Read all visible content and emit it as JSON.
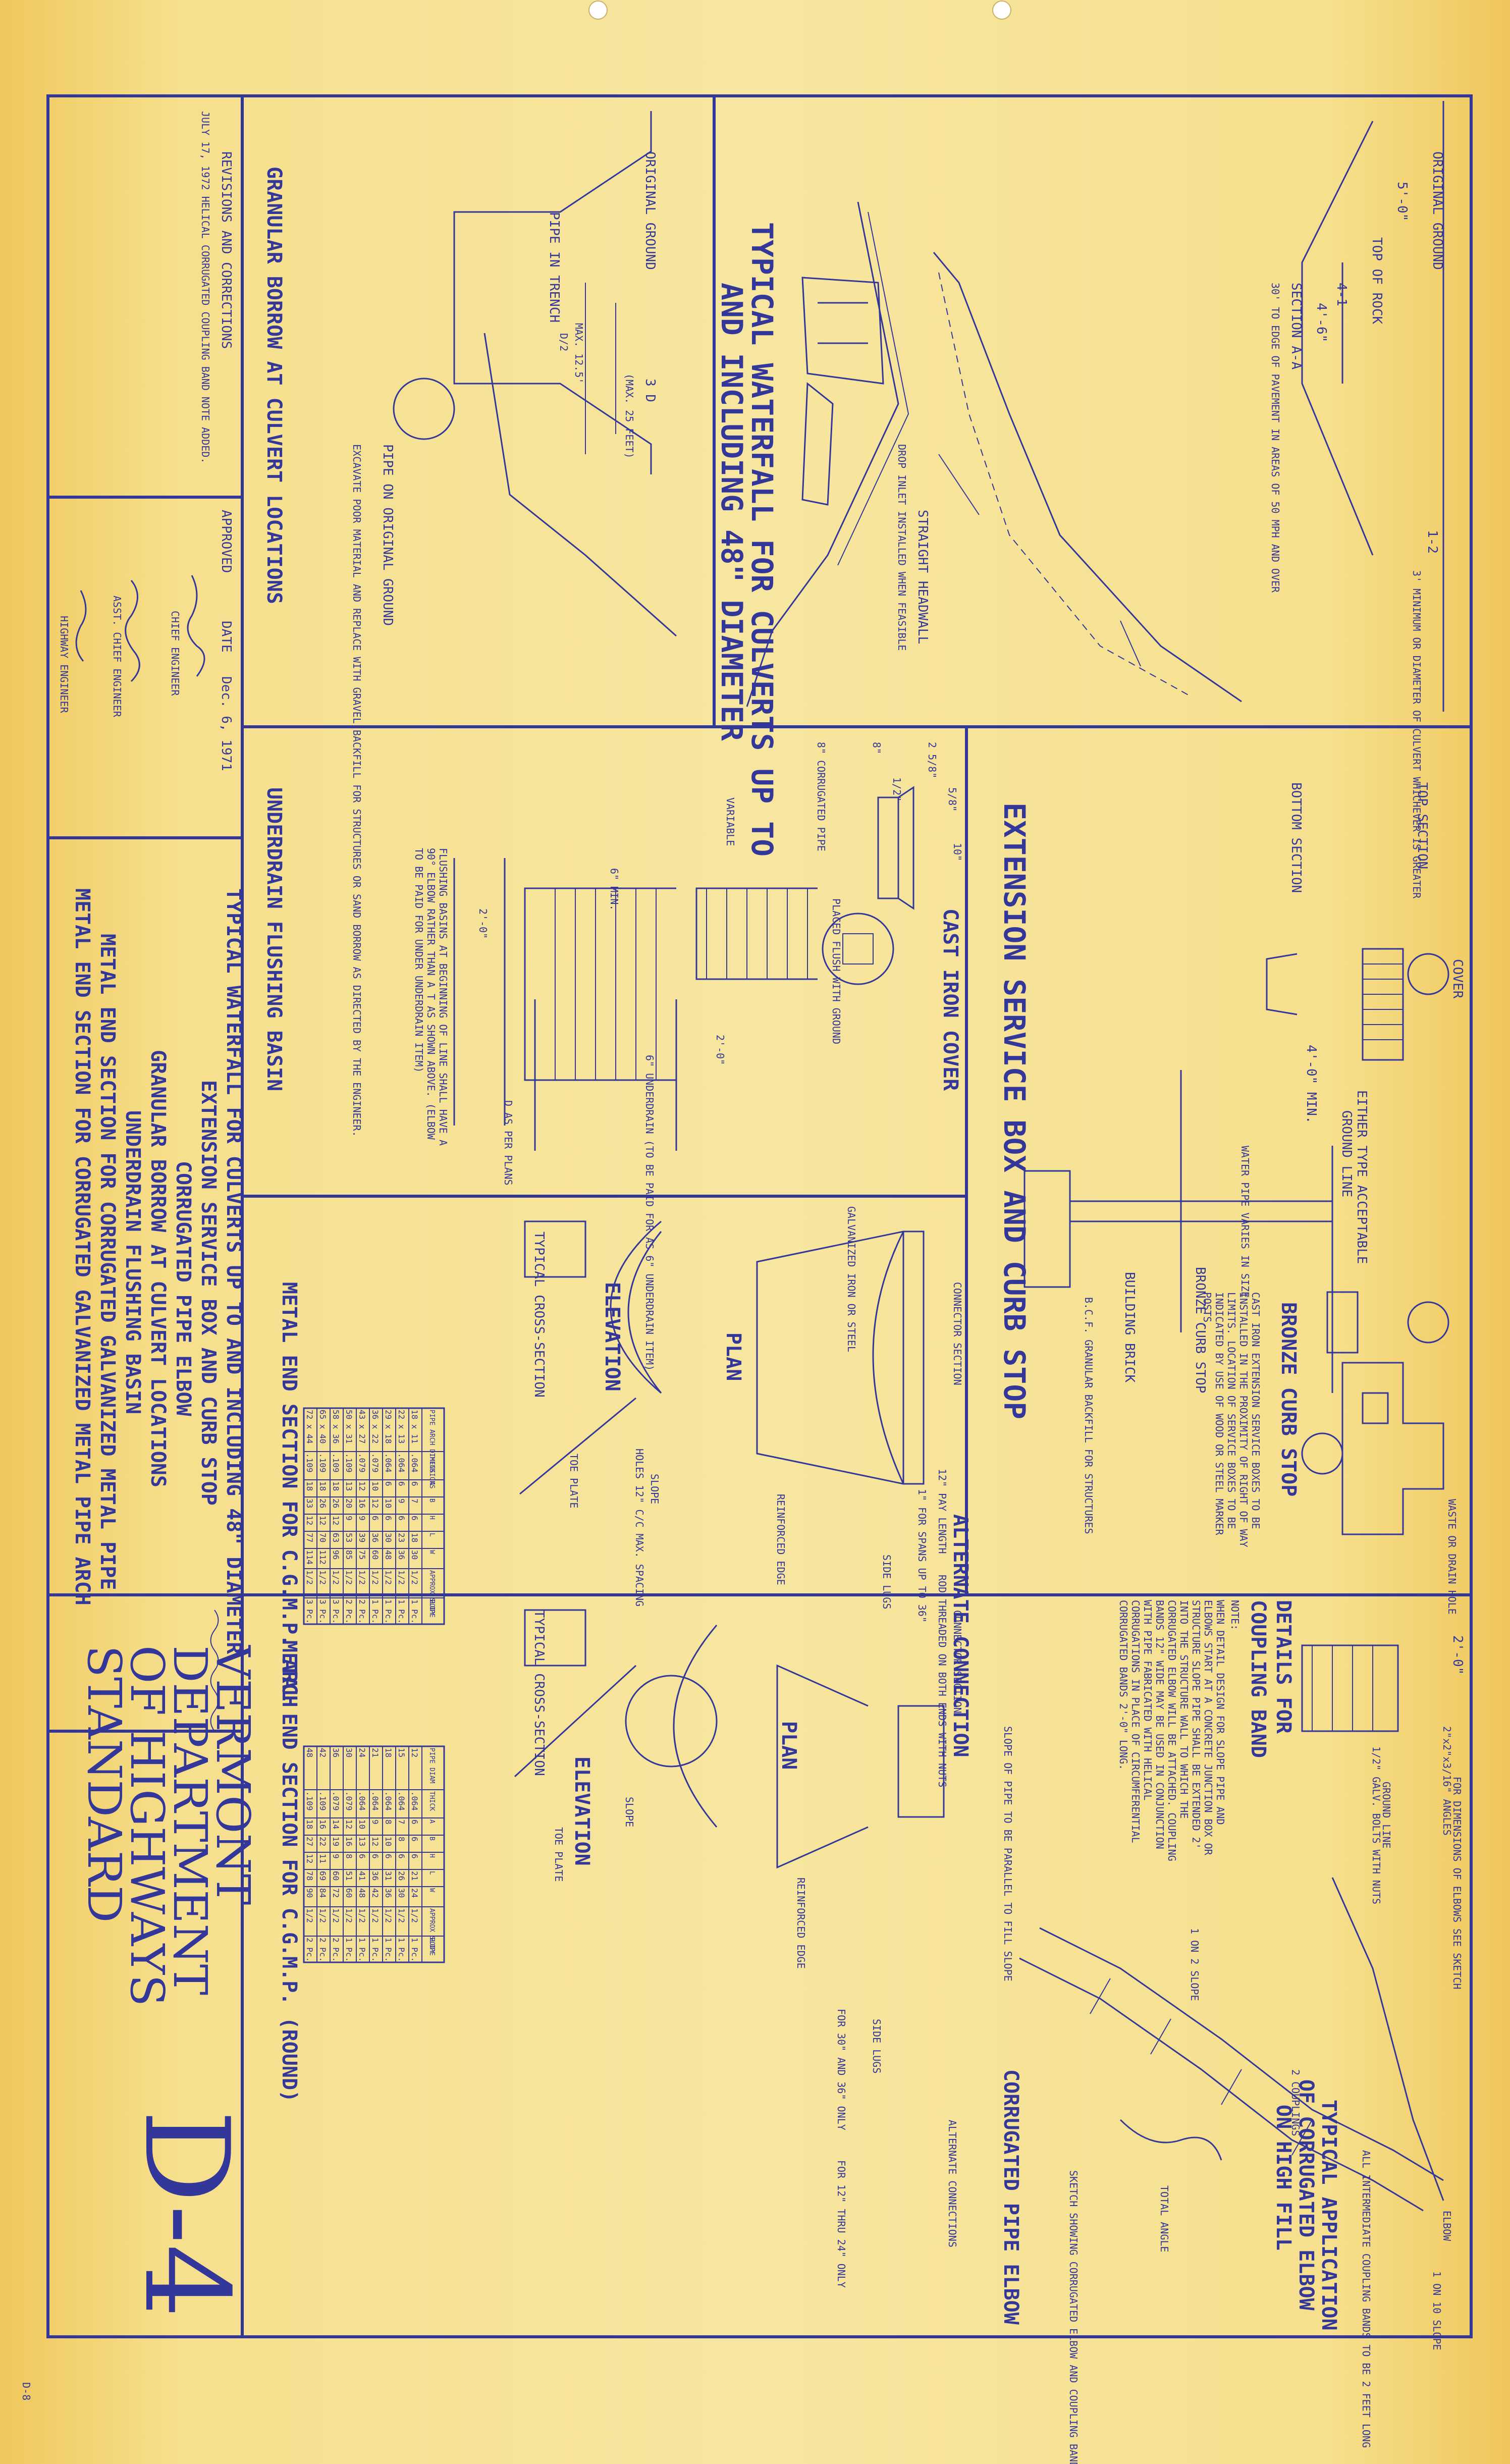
{
  "agency": {
    "line1": "VERMONT",
    "line2": "DEPARTMENT",
    "line3": "OF HIGHWAYS",
    "line4": "STANDARD"
  },
  "sheet_number": "D-4",
  "side_code": "D-8",
  "contents": [
    "TYPICAL WATERFALL FOR CULVERTS UP TO AND INCLUDING 48\" DIAMETER",
    "EXTENSION SERVICE BOX AND CURB STOP",
    "CORRUGATED PIPE ELBOW",
    "GRANULAR BORROW AT CULVERT LOCATIONS",
    "UNDERDRAIN FLUSHING BASIN",
    "METAL END SECTION FOR CORRUGATED GALVANIZED METAL PIPE",
    "METAL END SECTION FOR CORRUGATED GALVANIZED METAL PIPE ARCH"
  ],
  "revisions": {
    "heading": "REVISIONS AND CORRECTIONS",
    "entry": "JULY 17, 1972 HELICAL CORRUGATED COUPLING BAND NOTE ADDED."
  },
  "approval": {
    "approved_label": "APPROVED",
    "date_label": "DATE",
    "date_value": "Dec. 6, 1971",
    "chief_engineer": "CHIEF ENGINEER",
    "asst_chief_engineer": "ASST. CHIEF ENGINEER",
    "highway_engineer": "HIGHWAY ENGINEER"
  },
  "panels": {
    "waterfall": {
      "title1": "TYPICAL WATERFALL FOR CULVERTS UP TO",
      "title2": "AND INCLUDING 48\" DIAMETER",
      "labels": [
        "ORIGINAL GROUND",
        "TOP OF ROCK",
        "5'-0\"",
        "1-2",
        "4-1",
        "4'-6\"",
        "SECTION A-A",
        "30' TO EDGE OF PAVEMENT IN AREAS OF 50 MPH AND OVER",
        "DROP INLET INSTALLED WHEN FEASIBLE",
        "STRAIGHT HEADWALL",
        "3' MINIMUM OR DIAMETER OF CULVERT WHICHEVER IS GREATER"
      ]
    },
    "granular": {
      "title": "GRANULAR BORROW AT CULVERT LOCATIONS",
      "labels": [
        "ORIGINAL GROUND",
        "PIPE IN TRENCH",
        "PIPE ON ORIGINAL GROUND",
        "3 D",
        "(MAX. 25 FEET)",
        "MAX. 12.5'",
        "D/2",
        "EXCAVATE POOR MATERIAL AND REPLACE WITH GRAVEL BACKFILL FOR STRUCTURES OR SAND BORROW AS DIRECTED BY THE ENGINEER."
      ]
    },
    "service_box": {
      "title": "EXTENSION SERVICE BOX AND CURB STOP",
      "labels": [
        "COVER",
        "TOP SECTION",
        "BOTTOM SECTION",
        "EITHER TYPE ACCEPTABLE",
        "GROUND LINE",
        "4'-0\" MIN.",
        "WATER PIPE VARIES IN SIZE",
        "BRONZE CURB STOP",
        "BUILDING BRICK",
        "B.C.F. GRANULAR BACKFILL FOR STRUCTURES"
      ]
    },
    "curb_stop": {
      "title": "BRONZE CURB STOP",
      "note": "CAST IRON EXTENSION SERVICE BOXES TO BE INSTALLED IN THE PROXIMITY OF RIGHT OF WAY LIMITS. LOCATION OF SERVICE BOXES TO BE INDICATED BY USE OF WOOD OR STEEL MARKER POSTS.",
      "waste": "WASTE OR DRAIN HOLE"
    },
    "coupling": {
      "title1": "DETAILS FOR",
      "title2": "COUPLING BAND",
      "labels": [
        "2'-0\"",
        "2\"x2\"x3/16\" ANGLES",
        "1/2\" GALV. BOLTS WITH NUTS",
        "NOTE:"
      ],
      "note": "WHEN DETAIL DESIGN FOR SLOPE PIPE AND ELBOWS START AT A CONCRETE JUNCTION BOX OR STRUCTURE SLOPE PIPE SHALL BE EXTENDED 2' INTO THE STRUCTURE WALL TO WHICH THE CORRUGATED ELBOW WILL BE ATTACHED. COUPLING BANDS 12\" WIDE MAY BE USED IN CONJUNCTION WITH PIPE FABRICATED WITH HELICAL CORRUGATIONS IN PLACE OF CIRCUMFERENTIAL CORRUGATED BANDS 2'-0\" LONG.",
      "slope_note": "SLOPE OF PIPE TO BE PARALLEL TO FILL SLOPE"
    },
    "elbow": {
      "title": "CORRUGATED PIPE ELBOW",
      "application1": "TYPICAL APPLICATION",
      "application2": "OF CORRUGATED ELBOW",
      "application3": "ON HIGH FILL",
      "labels": [
        "FOR DIMENSIONS OF ELBOWS SEE SKETCH",
        "ELBOW",
        "2 COUPLINGS",
        "1 ON 10 SLOPE",
        "GROUND LINE",
        "ALL INTERMEDIATE COUPLING BANDS TO BE 2 FEET LONG",
        "SKETCH SHOWING CORRUGATED ELBOW AND COUPLING BANDS",
        "TOTAL ANGLE",
        "1 ON 2 SLOPE"
      ]
    },
    "cast_iron": {
      "title": "CAST IRON COVER",
      "labels": [
        "5/8\"",
        "1/2\"",
        "2 5/8\"",
        "8\"",
        "10\"",
        "PLACED FLUSH WITH GROUND",
        "8\" CORRUGATED PIPE",
        "VARIABLE",
        "2'-0\"",
        "6\" MIN.",
        "6\" UNDERDRAIN (TO BE PAID FOR AS 6\" UNDERDRAIN ITEM)"
      ]
    },
    "flushing": {
      "title": "UNDERDRAIN FLUSHING BASIN",
      "note": "FLUSHING BASINS AT BEGINNING OF LINE SHALL HAVE A 90° ELBOW RATHER THAN A T AS SHOWN ABOVE. (ELBOW TO BE PAID FOR UNDER UNDERDRAIN ITEM)",
      "labels": [
        "D AS PER PLANS",
        "2'-0\""
      ]
    },
    "arch": {
      "title": "METAL END SECTION FOR C.G.M.P. ARCH",
      "plan": "PLAN",
      "elevation": "ELEVATION",
      "cross": "TYPICAL CROSS-SECTION",
      "connection": "ALTERNATE CONNECTION",
      "labels": [
        "CONNECTOR SECTION",
        "GALVANIZED IRON OR STEEL",
        "REINFORCED EDGE",
        "TOE PLATE",
        "SLOPE",
        "HOLES 12\" C/C MAX. SPACING",
        "SIDE LUGS",
        "ROD THREADED ON BOTH ENDS WITH NUTS",
        "1\" FOR SPANS UP TO 36\"",
        "12\" PAY LENGTH"
      ]
    },
    "round": {
      "title": "METAL END SECTION FOR C.G.M.P. (ROUND)",
      "plan": "PLAN",
      "elevation": "ELEVATION",
      "cross": "TYPICAL CROSS-SECTION",
      "connection": "ALTERNATE CONNECTIONS",
      "labels": [
        "CONNECTOR SECTION",
        "REINFORCED EDGE",
        "TOE PLATE",
        "SLOPE",
        "SIDE LUGS",
        "FOR 30\" AND 36\" ONLY",
        "FOR 12\" THRU 24\" ONLY"
      ]
    }
  },
  "arch_table": {
    "headers": [
      "PIPE ARCH DIMENSIONS",
      "THICK",
      "A",
      "B",
      "H",
      "L",
      "W",
      "APPROX SLOPE",
      "BODY"
    ],
    "rows": [
      [
        "18 x 11",
        ".064",
        "6",
        "7",
        "6",
        "18",
        "30",
        "1/2",
        "1 Pc."
      ],
      [
        "22 x 13",
        ".064",
        "6",
        "9",
        "6",
        "23",
        "36",
        "1/2",
        "1 Pc."
      ],
      [
        "29 x 18",
        ".064",
        "6",
        "10",
        "6",
        "30",
        "48",
        "1/2",
        "1 Pc."
      ],
      [
        "36 x 22",
        ".079",
        "10",
        "12",
        "6",
        "36",
        "60",
        "1/2",
        "1 Pc."
      ],
      [
        "43 x 27",
        ".079",
        "12",
        "16",
        "9",
        "39",
        "75",
        "1/2",
        "2 Pc."
      ],
      [
        "50 x 31",
        ".109",
        "13",
        "20",
        "9",
        "53",
        "85",
        "1/2",
        "2 Pc."
      ],
      [
        "58 x 36",
        ".109",
        "18",
        "26",
        "12",
        "63",
        "96",
        "1/2",
        "3 Pc."
      ],
      [
        "65 x 40",
        ".109",
        "18",
        "26",
        "12",
        "70",
        "112",
        "1/2",
        "3 Pc."
      ],
      [
        "72 x 44",
        ".109",
        "18",
        "33",
        "12",
        "77",
        "114",
        "1/2",
        "3 Pc."
      ]
    ]
  },
  "round_table": {
    "headers": [
      "PIPE DIAM",
      "THICK",
      "A",
      "B",
      "H",
      "L",
      "W",
      "APPROX SLOPE",
      "BODY"
    ],
    "rows": [
      [
        "12",
        ".064",
        "6",
        "6",
        "6",
        "21",
        "24",
        "1/2",
        "1 Pc."
      ],
      [
        "15",
        ".064",
        "7",
        "8",
        "6",
        "26",
        "30",
        "1/2",
        "1 Pc."
      ],
      [
        "18",
        ".064",
        "8",
        "10",
        "6",
        "31",
        "36",
        "1/2",
        "1 Pc."
      ],
      [
        "21",
        ".064",
        "9",
        "12",
        "6",
        "36",
        "42",
        "1/2",
        "1 Pc."
      ],
      [
        "24",
        ".064",
        "10",
        "13",
        "6",
        "41",
        "48",
        "1/2",
        "1 Pc."
      ],
      [
        "30",
        ".079",
        "12",
        "16",
        "8",
        "51",
        "60",
        "1/2",
        "1 Pc."
      ],
      [
        "36",
        ".079",
        "14",
        "19",
        "9",
        "60",
        "72",
        "1/2",
        "2 Pc."
      ],
      [
        "42",
        ".109",
        "16",
        "22",
        "11",
        "69",
        "84",
        "1/2",
        "2 Pc."
      ],
      [
        "48",
        ".109",
        "18",
        "27",
        "12",
        "78",
        "90",
        "1/2",
        "2 Pc."
      ]
    ]
  }
}
